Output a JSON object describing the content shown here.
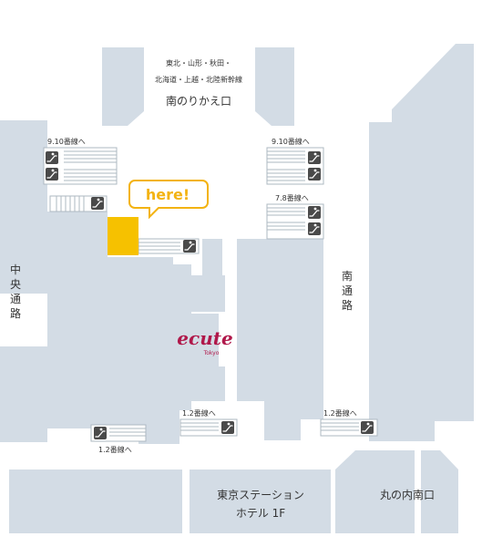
{
  "map": {
    "south_transfer": {
      "lines_row1": "東北・山形・秋田・",
      "lines_row2": "北海道・上越・北陸新幹線",
      "name": "南のりかえ口"
    },
    "platform_labels": {
      "top_left": "9.10番線へ",
      "top_right": "9.10番線へ",
      "mid_right": "7.8番線へ",
      "bottom_center": "1.2番線へ",
      "bottom_right": "1.2番線へ",
      "bottom_left": "1.2番線へ"
    },
    "passages": {
      "central": [
        "中",
        "央",
        "通",
        "路"
      ],
      "south": [
        "南",
        "通",
        "路"
      ]
    },
    "you_are_here": "here!",
    "brand": {
      "name": "ecute",
      "sub": "Tokyo",
      "color": "#b0184a"
    },
    "hotel": {
      "line1": "東京ステーション",
      "line2": "ホテル 1F"
    },
    "marunouchi": "丸の内南口",
    "colors": {
      "block": "#d3dce5",
      "here": "#f6c100",
      "here_outline": "#f3b312"
    },
    "icons": [
      "escalator-icon"
    ]
  }
}
